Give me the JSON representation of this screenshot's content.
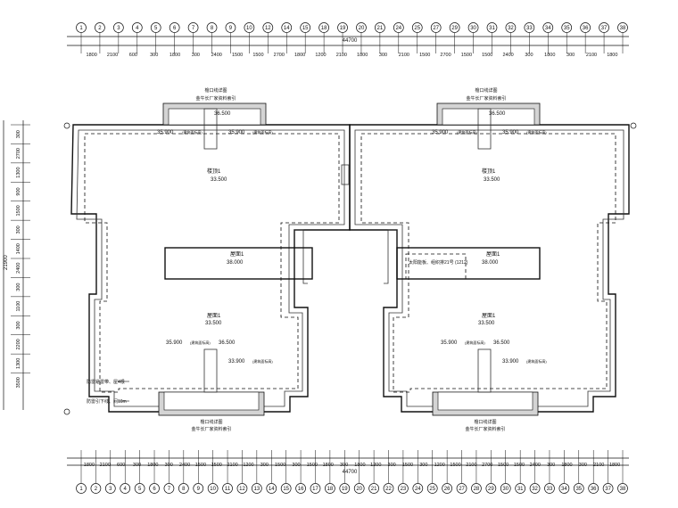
{
  "overall_dimension": "44700",
  "axes_top": [
    "1",
    "2",
    "3",
    "4",
    "5",
    "6",
    "7",
    "8",
    "9",
    "10",
    "12",
    "14",
    "15",
    "18",
    "19",
    "20",
    "21",
    "24",
    "25",
    "27",
    "29",
    "30",
    "31",
    "32",
    "33",
    "34",
    "35",
    "36",
    "37",
    "38"
  ],
  "dims_top": [
    "1800",
    "2100",
    "600",
    "300",
    "1800",
    "300",
    "2400",
    "1500",
    "1500",
    "2700",
    "1800",
    "1200",
    "2100",
    "1800",
    "300",
    "2100",
    "1500",
    "2700",
    "1500",
    "1500",
    "2400",
    "300",
    "1800",
    "300",
    "2100",
    "1800"
  ],
  "axes_bottom": [
    "1",
    "2",
    "3",
    "4",
    "5",
    "6",
    "7",
    "8",
    "9",
    "10",
    "11",
    "12",
    "13",
    "14",
    "15",
    "16",
    "17",
    "18",
    "19",
    "20",
    "21",
    "22",
    "23",
    "24",
    "25",
    "26",
    "27",
    "28",
    "29",
    "30",
    "31",
    "32",
    "33",
    "34",
    "35",
    "36",
    "37",
    "38"
  ],
  "dims_bottom": [
    "1800",
    "2100",
    "600",
    "300",
    "1800",
    "300",
    "2400",
    "1500",
    "1500",
    "2100",
    "1200",
    "300",
    "1500",
    "300",
    "1500",
    "1800",
    "300",
    "1800",
    "1200",
    "300",
    "1500",
    "300",
    "1200",
    "1500",
    "2100",
    "2700",
    "1500",
    "1500",
    "2400",
    "300",
    "1800",
    "300",
    "2100",
    "1800"
  ],
  "dims_left": [
    "300",
    "2700",
    "1300",
    "900",
    "1500",
    "300",
    "1400",
    "2400",
    "300",
    "1100",
    "300",
    "2200",
    "1300",
    "3500"
  ],
  "left_total": "21900",
  "annotations": {
    "parapet_top": "檐口线详图",
    "parapet_sub": "金牛长厂家资料索引",
    "parapet_bottom": "檐口线详图",
    "parapet_bottom_sub": "金牛长厂家资料索引",
    "elev_top": "36.500",
    "elev_a": "35.900",
    "elev_b": "35.900",
    "elev_note_a": "(建筑面标高)",
    "elev_note_b": "(建筑面标高)",
    "stair_roof": "楼顶1",
    "stair_roof_elev": "33.500",
    "roof_label": "屋面1",
    "roof_elev": "38.000",
    "main_roof": "屋面1",
    "main_roof_elev": "33.500",
    "elev_mid": "35.900",
    "elev_mid2": "36.500",
    "elev_mid3": "33.900",
    "note_box": "太阳能板、组织排21号 (1212)",
    "left_note_1": "防雷避雷带、屋4根",
    "left_note_2": "防雷引下线、间10m"
  }
}
